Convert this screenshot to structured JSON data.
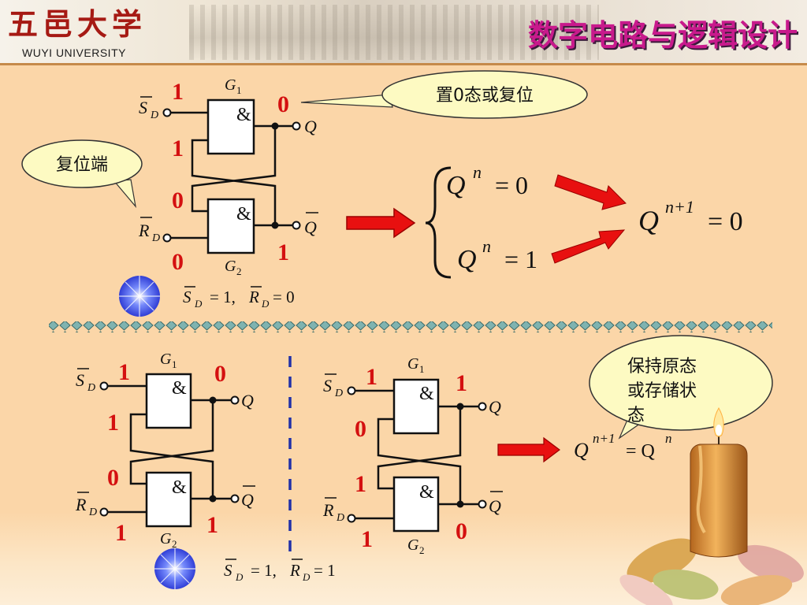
{
  "header": {
    "logo_cn": "五邑大学",
    "logo_en": "WUYI UNIVERSITY",
    "course_title": "数字电路与逻辑设计"
  },
  "colors": {
    "value_red": "#d41010",
    "title_magenta": "#c81a8c",
    "arrow_red": "#e81010",
    "gate_fill": "#ffffff",
    "bubble_fill": "#fdfac2",
    "divider_blue": "#2030a8"
  },
  "icons": {
    "arrow": "right-arrow",
    "star": "blue-star-icon",
    "candle": "candle-icon"
  },
  "gate": {
    "symbol": "&",
    "g1": "G",
    "g1_sub": "1",
    "g2": "G",
    "g2_sub": "2",
    "sd": "S",
    "sd_sub": "D",
    "rd": "R",
    "rd_sub": "D",
    "q": "Q"
  },
  "top": {
    "sd_in": "1",
    "rd_in": "0",
    "g1_fb": "1",
    "g2_fb": "0",
    "q_out": "0",
    "qbar_out": "1",
    "bubble_set": "置0态或复位",
    "bubble_reset": "复位端",
    "condition": "= 1, ",
    "condition_end": " = 0"
  },
  "equations": {
    "q": "Q",
    "n": "n",
    "n1": "n+1",
    "eq0": "= 0",
    "eq1": "= 1"
  },
  "bottom_left": {
    "sd_in": "1",
    "rd_in": "0",
    "g1_fb": "1",
    "g2_fb": "1",
    "q_out": "0",
    "qbar_out": "1"
  },
  "bottom_right": {
    "sd_in": "1",
    "rd_in": "1",
    "g1_fb": "0",
    "g2_fb": "1",
    "q_out": "1",
    "qbar_out": "0",
    "bubble_hold_l1": "保持原态",
    "bubble_hold_l2": "或存储状",
    "bubble_hold_l3": "态",
    "condition": "= 1, ",
    "condition_end": " = 1",
    "eq_hold": "= Q"
  }
}
